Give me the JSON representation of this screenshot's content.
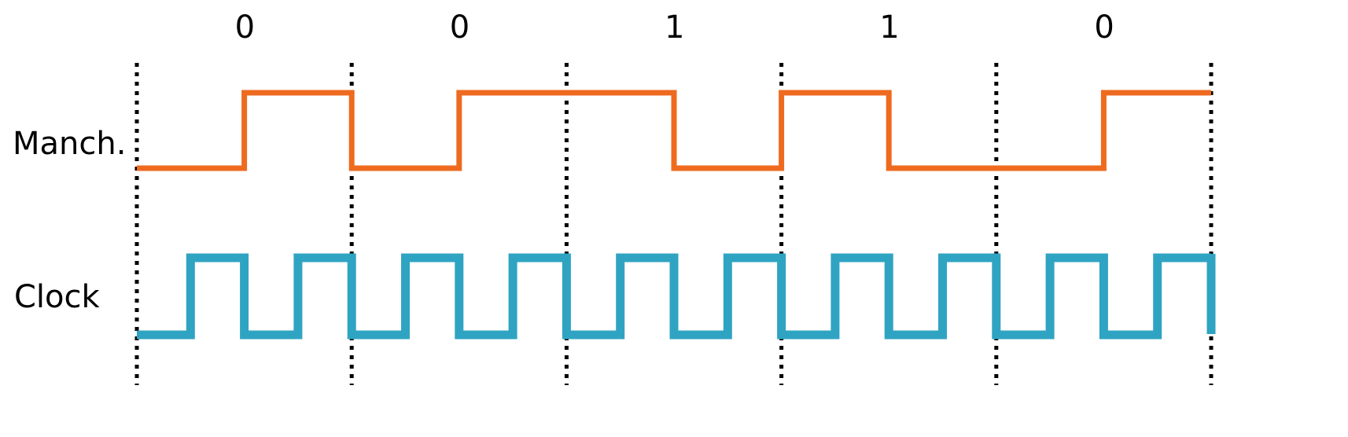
{
  "title": "Manchester encoding vs clock",
  "row_labels": {
    "manchester": "Manch.",
    "clock": "Clock"
  },
  "bits": [
    "0",
    "0",
    "1",
    "1",
    "0"
  ],
  "colors": {
    "manchester": "#ee6a1f",
    "clock": "#2fa4c2",
    "divider": "#000000"
  },
  "chart_data": {
    "type": "line",
    "title": "",
    "bits": [
      0,
      0,
      1,
      1,
      0
    ],
    "manchester_levels_per_half_bit": [
      0,
      1,
      0,
      1,
      1,
      0,
      1,
      0,
      0,
      1
    ],
    "clock_cycles_per_bit": 2,
    "series": [
      {
        "name": "Manch.",
        "values": [
          0,
          1,
          0,
          1,
          1,
          0,
          1,
          0,
          0,
          1
        ]
      },
      {
        "name": "Clock",
        "values": [
          0,
          1,
          0,
          1,
          0,
          1,
          0,
          1,
          0,
          1,
          0,
          1,
          0,
          1,
          0,
          1,
          0,
          1,
          0,
          1
        ]
      }
    ]
  }
}
